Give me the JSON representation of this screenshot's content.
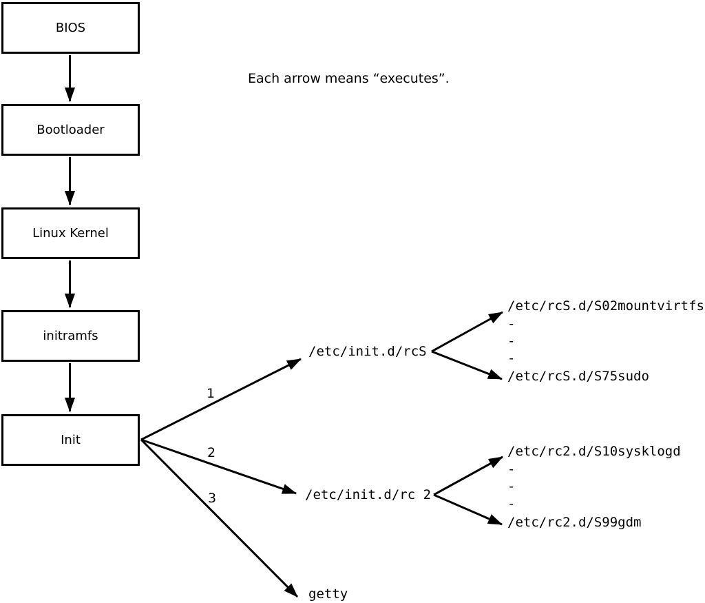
{
  "diagram": {
    "caption": "Each arrow means “executes”.",
    "nodes": [
      {
        "label": "BIOS"
      },
      {
        "label": "Bootloader"
      },
      {
        "label": "Linux Kernel"
      },
      {
        "label": "initramfs"
      },
      {
        "label": "Init"
      }
    ],
    "branch_labels": [
      "1",
      "2",
      "3"
    ],
    "rcS": {
      "parent": "/etc/init.d/rcS",
      "children": [
        "/etc/rcS.d/S02mountvirtfs",
        "-",
        "-",
        "-",
        "/etc/rcS.d/S75sudo"
      ]
    },
    "rc2": {
      "parent": "/etc/init.d/rc 2",
      "children": [
        "/etc/rc2.d/S10sysklogd",
        "-",
        "-",
        "-",
        "/etc/rc2.d/S99gdm"
      ]
    },
    "getty": "getty",
    "colors": {
      "line": "#000000",
      "background": "#ffffff",
      "text": "#000000"
    }
  }
}
